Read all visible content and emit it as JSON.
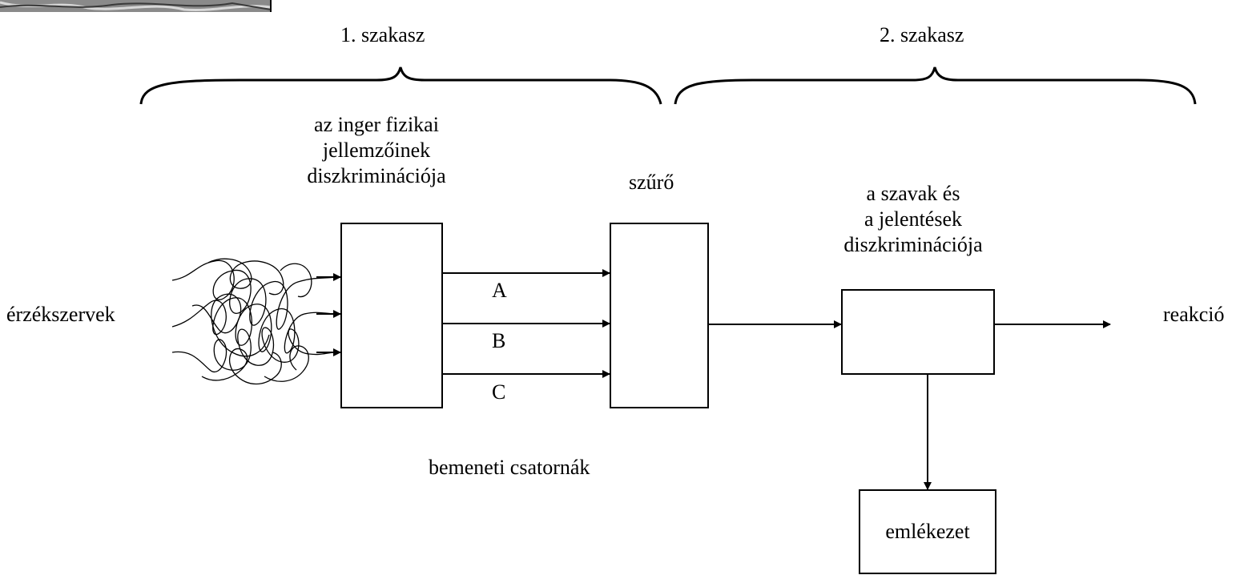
{
  "stages": {
    "stage1_label": "1. szakasz",
    "stage2_label": "2. szakasz"
  },
  "labels": {
    "physical_discrimination": "az inger fizikai\njellemzőinek\ndiszkriminációja",
    "filter": "szűrő",
    "word_meaning_discrimination": "a szavak és\na jelentések\ndiszkriminációja",
    "sense_organs": "érzékszervek",
    "reaction": "reakció",
    "input_channels": "bemeneti csatornák",
    "memory": "emlékezet"
  },
  "channels": [
    "A",
    "B",
    "C"
  ],
  "colors": {
    "line": "#000000",
    "background": "#ffffff"
  }
}
